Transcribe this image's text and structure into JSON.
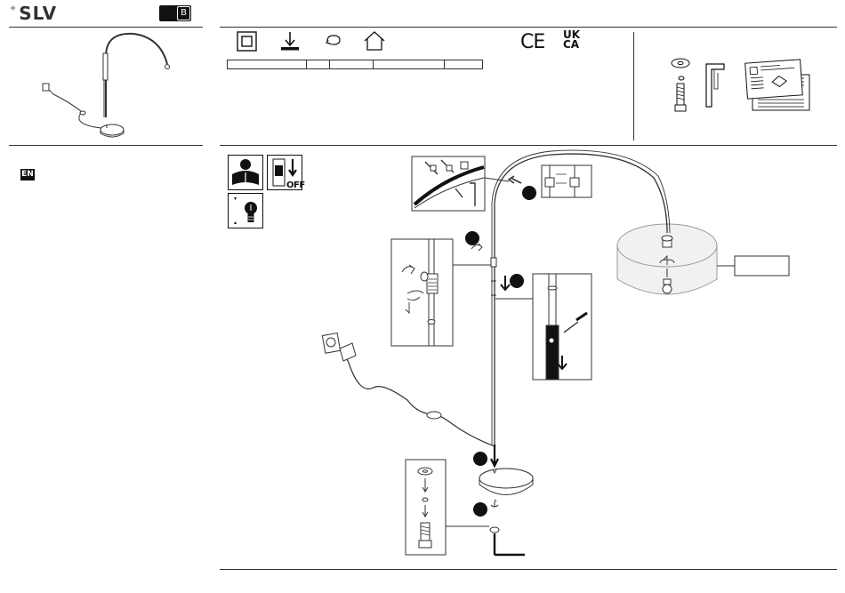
{
  "header": {
    "brand": "SLV",
    "variant_letter": "B"
  },
  "language_code": "EN",
  "certifications": {
    "ce": "CE",
    "ukca_line1": "UK",
    "ukca_line2": "CA"
  },
  "icons": {
    "header_symbols": [
      "protection-class-ii-icon",
      "mounting-surface-icon",
      "rotate-icon",
      "indoor-use-icon"
    ],
    "safety": [
      "read-instructions-icon",
      "power-off-icon",
      "bulb-replace-icon"
    ],
    "parts": [
      "washer-icon",
      "screw-icon",
      "hex-key-icon",
      "manual-icon"
    ]
  },
  "spec_table": {
    "cells": [
      "",
      "",
      "",
      "",
      ""
    ]
  },
  "colors": {
    "line": "#333333",
    "step_marker": "#111111",
    "shade_fill": "#f1f1f1"
  }
}
